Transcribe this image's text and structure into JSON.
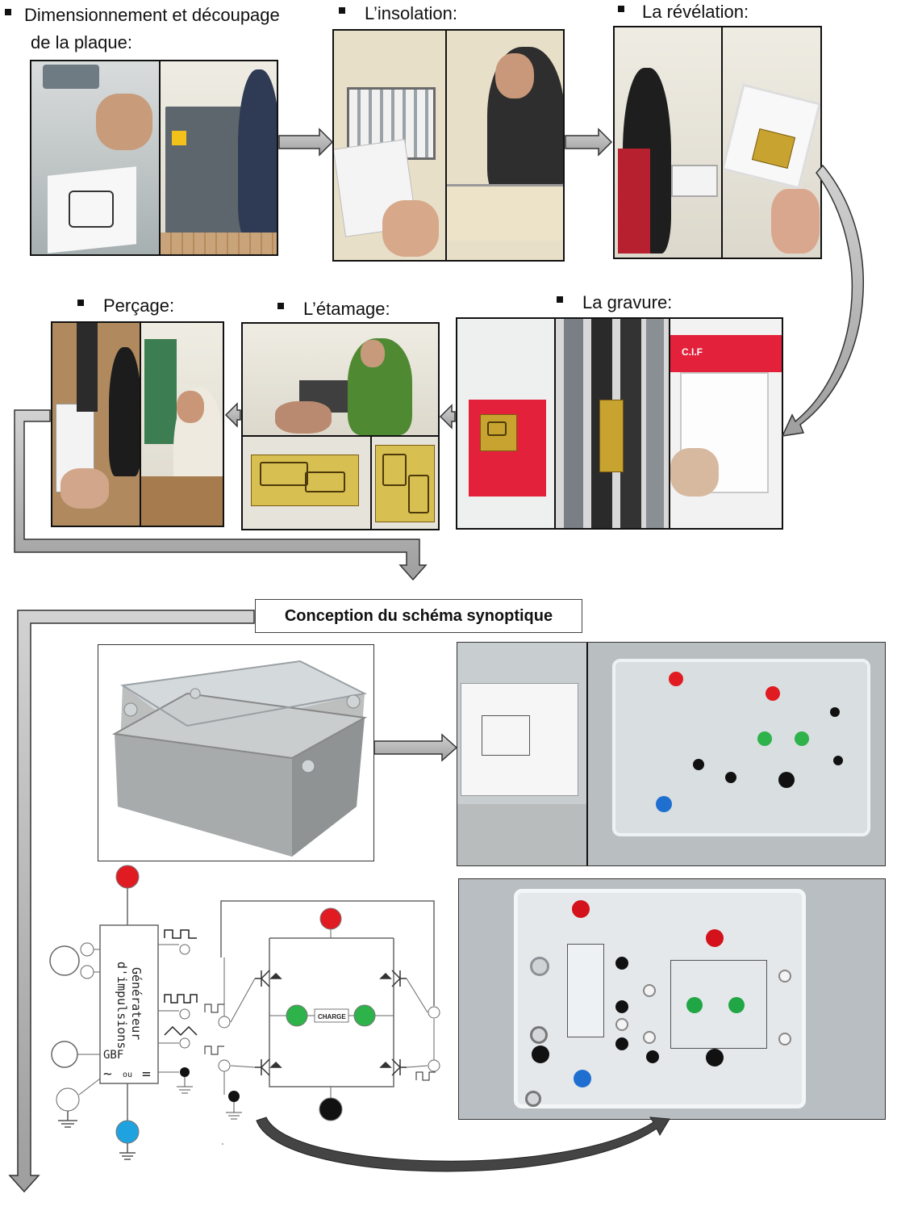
{
  "steps": {
    "decoupage": {
      "title_line1": "Dimensionnement et découpage",
      "title_line2": "de la plaque:"
    },
    "insolation": {
      "title": "L’insolation:"
    },
    "revelation": {
      "title": "La révélation:"
    },
    "gravure": {
      "title": "La gravure:"
    },
    "etamage": {
      "title": "L’étamage:"
    },
    "percage": {
      "title": "Perçage:"
    }
  },
  "synoptique": {
    "title": "Conception du schéma synoptique"
  },
  "schema": {
    "generator_label_line1": "Générateur",
    "generator_label_line2": "d'impulsions",
    "gbf_label": "GBF",
    "ac_symbol": "~",
    "ou_label": "ou",
    "dc_symbol": "=",
    "charge_label": "CHARGE"
  },
  "photo_machine": {
    "brand": "C.I.F"
  },
  "colors": {
    "socket_red": "#e11b22",
    "socket_green": "#2db34a",
    "socket_blue": "#1fa3e0",
    "socket_black": "#111111",
    "arrow_fill": "#b8b8b8",
    "arrow_stroke": "#333333"
  },
  "icons": [
    "bullet-icon",
    "arrow-right-icon",
    "arrow-left-icon",
    "arrow-down-icon",
    "curved-arrow-icon",
    "ground-icon",
    "transistor-icon"
  ]
}
